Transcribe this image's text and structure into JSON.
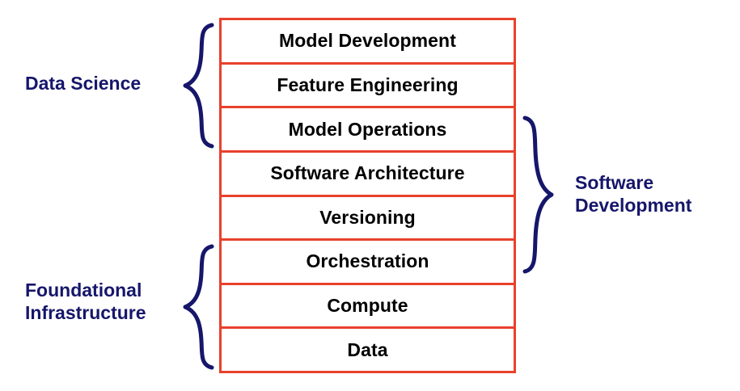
{
  "diagram": {
    "title": "Data Science / Software Development / Foundational Infrastructure stack",
    "colors": {
      "layer_border": "#e8412c",
      "layer_background": "#ffffff",
      "layer_text": "#000000",
      "group_label_text": "#16166b",
      "brace_stroke": "#16166b",
      "page_background": "#ffffff"
    }
  },
  "stack": {
    "layers": [
      {
        "id": "model-development",
        "label": "Model Development"
      },
      {
        "id": "feature-engineering",
        "label": "Feature Engineering"
      },
      {
        "id": "model-operations",
        "label": "Model Operations"
      },
      {
        "id": "software-architecture",
        "label": "Software Architecture"
      },
      {
        "id": "versioning",
        "label": "Versioning"
      },
      {
        "id": "orchestration",
        "label": "Orchestration"
      },
      {
        "id": "compute",
        "label": "Compute"
      },
      {
        "id": "data",
        "label": "Data"
      }
    ]
  },
  "groups": {
    "data_science": {
      "label": "Data Science",
      "side": "left",
      "covers": [
        "Model Development",
        "Feature Engineering",
        "Model Operations"
      ]
    },
    "foundational_infrastructure": {
      "label": "Foundational\nInfrastructure",
      "side": "left",
      "covers": [
        "Orchestration",
        "Compute",
        "Data"
      ]
    },
    "software_development": {
      "label": "Software\nDevelopment",
      "side": "right",
      "covers": [
        "Model Operations",
        "Software Architecture",
        "Versioning",
        "Orchestration"
      ]
    }
  }
}
